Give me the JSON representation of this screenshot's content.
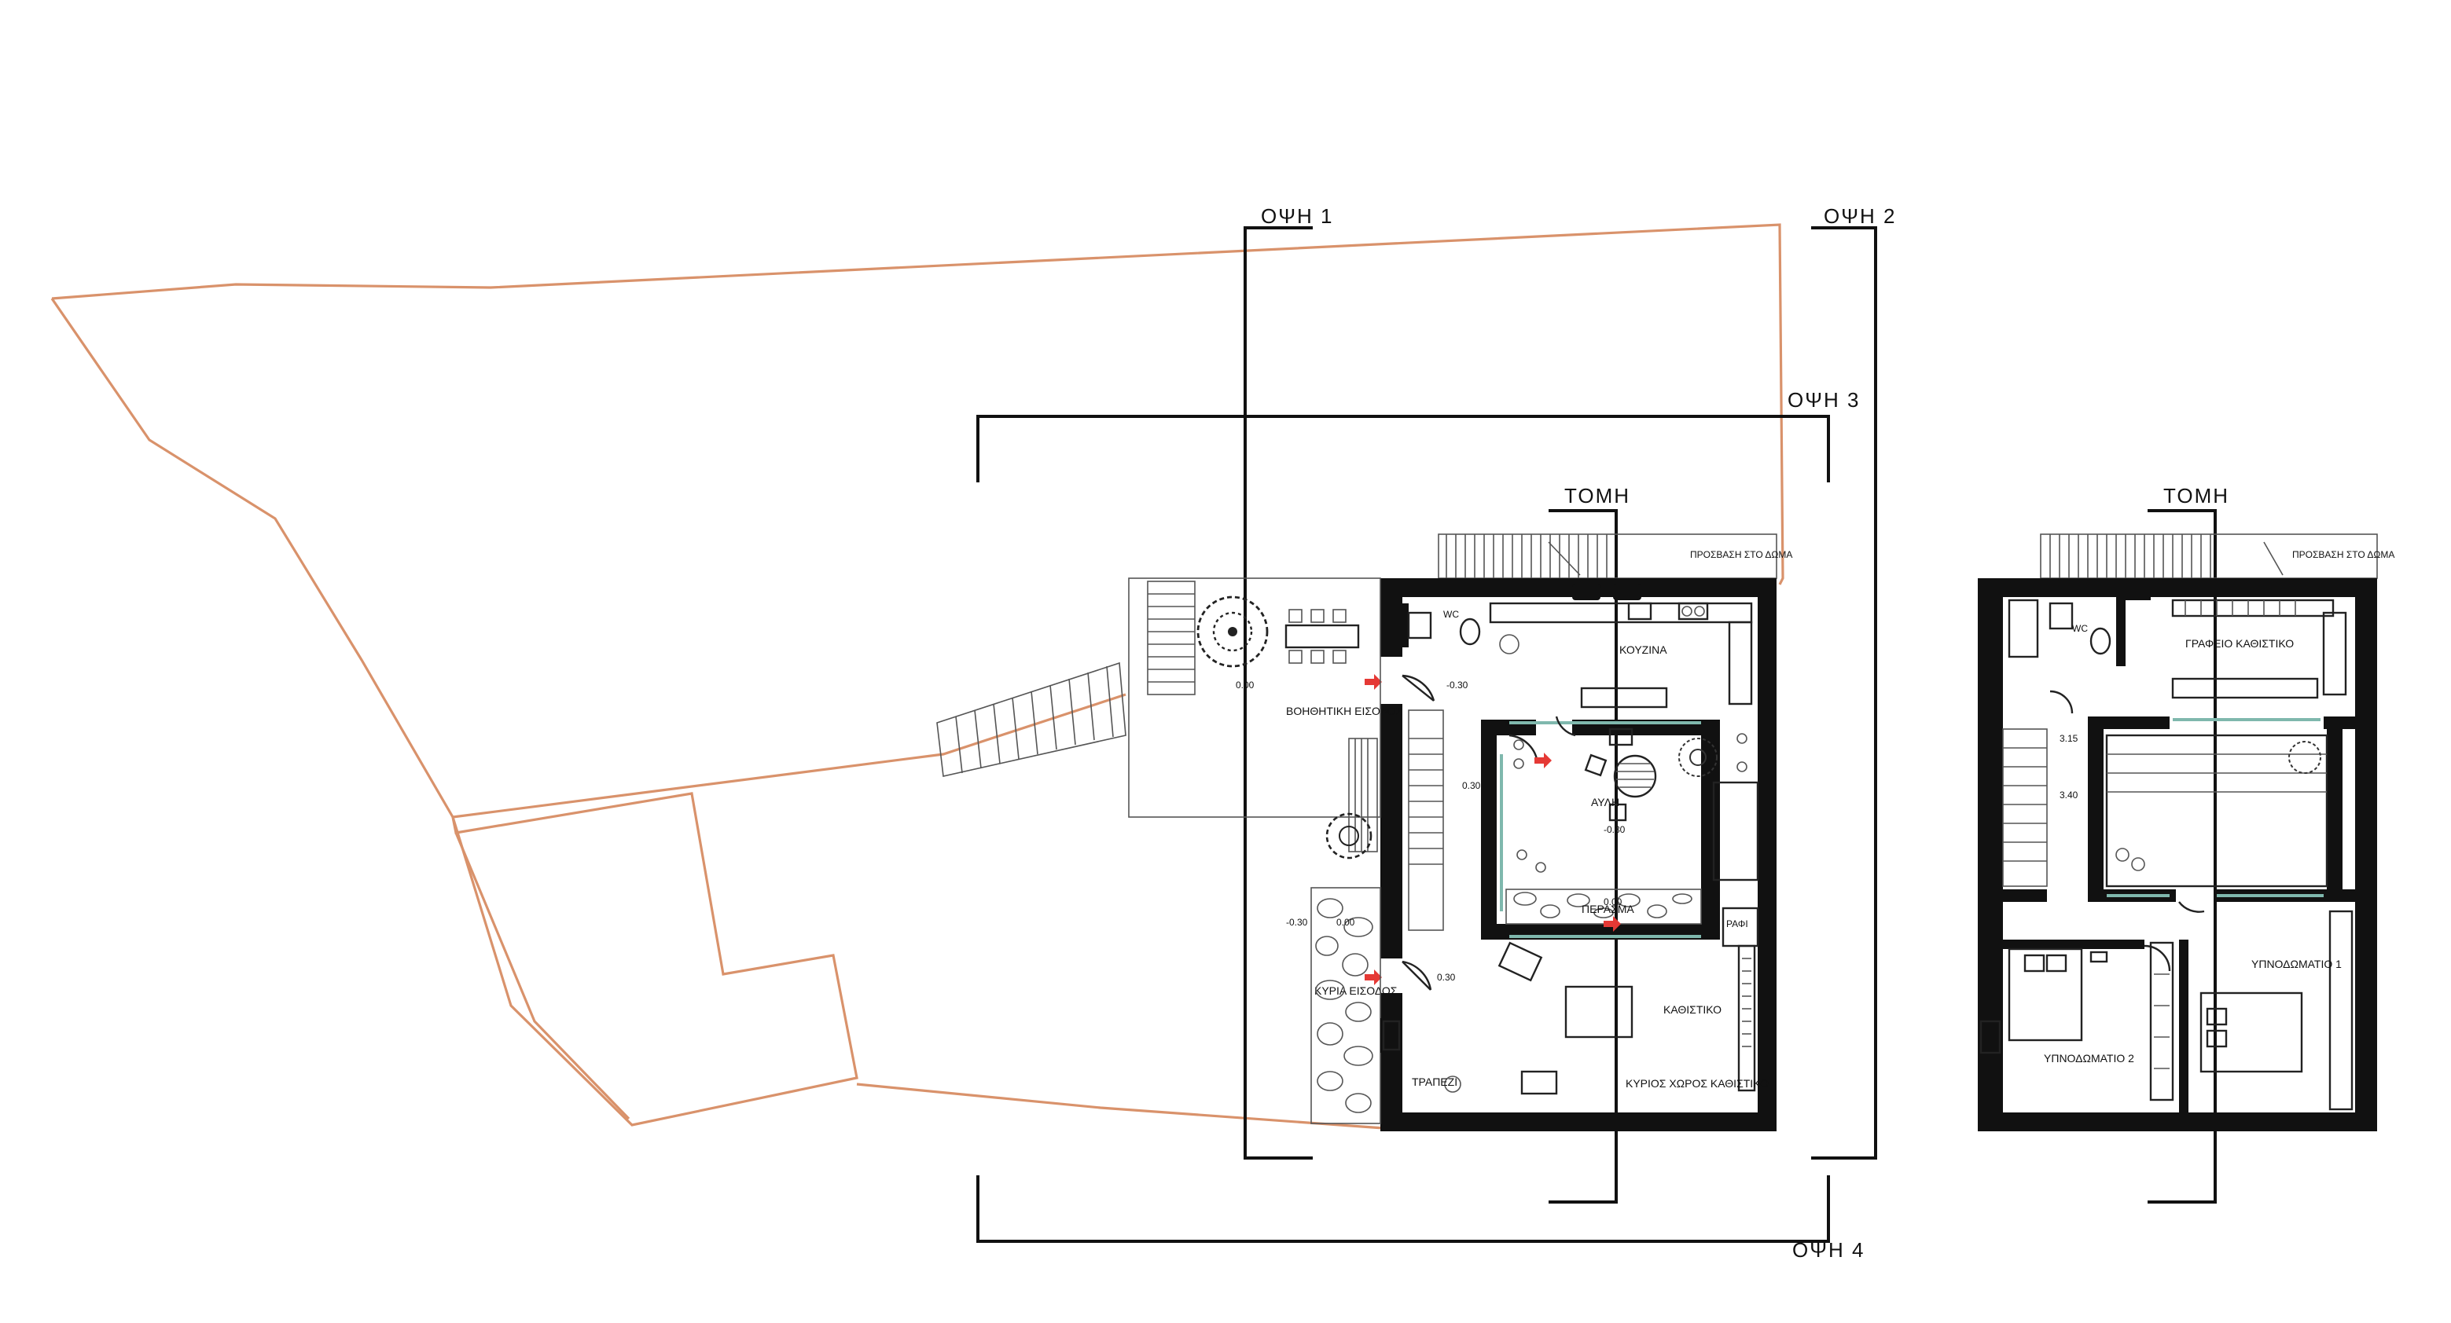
{
  "sections": {
    "view1": "ΟΨΗ 1",
    "view2": "ΟΨΗ 2",
    "view3": "ΟΨΗ 3",
    "view4": "ΟΨΗ 4",
    "cut_ground": "ΤΟΜΗ",
    "cut_upper": "ΤΟΜΗ"
  },
  "ground_floor": {
    "rooms": {
      "wc": "WC",
      "kitchen": "ΚΟΥΖΙΝΑ",
      "courtyard": "ΑΥΛΗ",
      "passage": "ΠΕΡΑΣΜΑ",
      "living": "ΚΑΘΙΣΤΙΚΟ",
      "shelf": "ΡΑΦΙ",
      "dining": "ΤΡΑΠΕΖΙ",
      "main_living": "ΚΥΡΙΟΣ ΧΩΡΟΣ ΚΑΘΙΣΤΙΚΟ"
    },
    "entrances": {
      "service": "ΒΟΗΘΗΤΙΚΗ ΕΙΣΟΔΟΣ",
      "main": "ΚΥΡΙΑ ΕΙΣΟΔΟΣ"
    },
    "access": "ΠΡΟΣΒΑΣΗ ΣΤΟ ΔΩΜΑ",
    "levels": {
      "l1": "0.00",
      "l2": "-0.30",
      "l3": "0.30",
      "l4": "-0.30",
      "l5": "0.00",
      "l6": "-0.30",
      "l7": "0.00",
      "l8": "0.30"
    }
  },
  "upper_floor": {
    "rooms": {
      "wc": "WC",
      "workspace": "ΓΡΑΦΕΙΟ ΚΑΘΙΣΤΙΚΟ",
      "bedroom1": "ΥΠΝΟΔΩΜΑΤΙΟ 1",
      "bedroom2": "ΥΠΝΟΔΩΜΑΤΙΟ 2"
    },
    "access": "ΠΡΟΣΒΑΣΗ ΣΤΟ ΔΩΜΑ",
    "levels": {
      "l1": "3.15",
      "l2": "3.40"
    }
  },
  "colors": {
    "walls": "#111111",
    "site_outline": "#d9926b",
    "entrance_marker": "#e53935",
    "glazing": "#7fb8ad"
  }
}
